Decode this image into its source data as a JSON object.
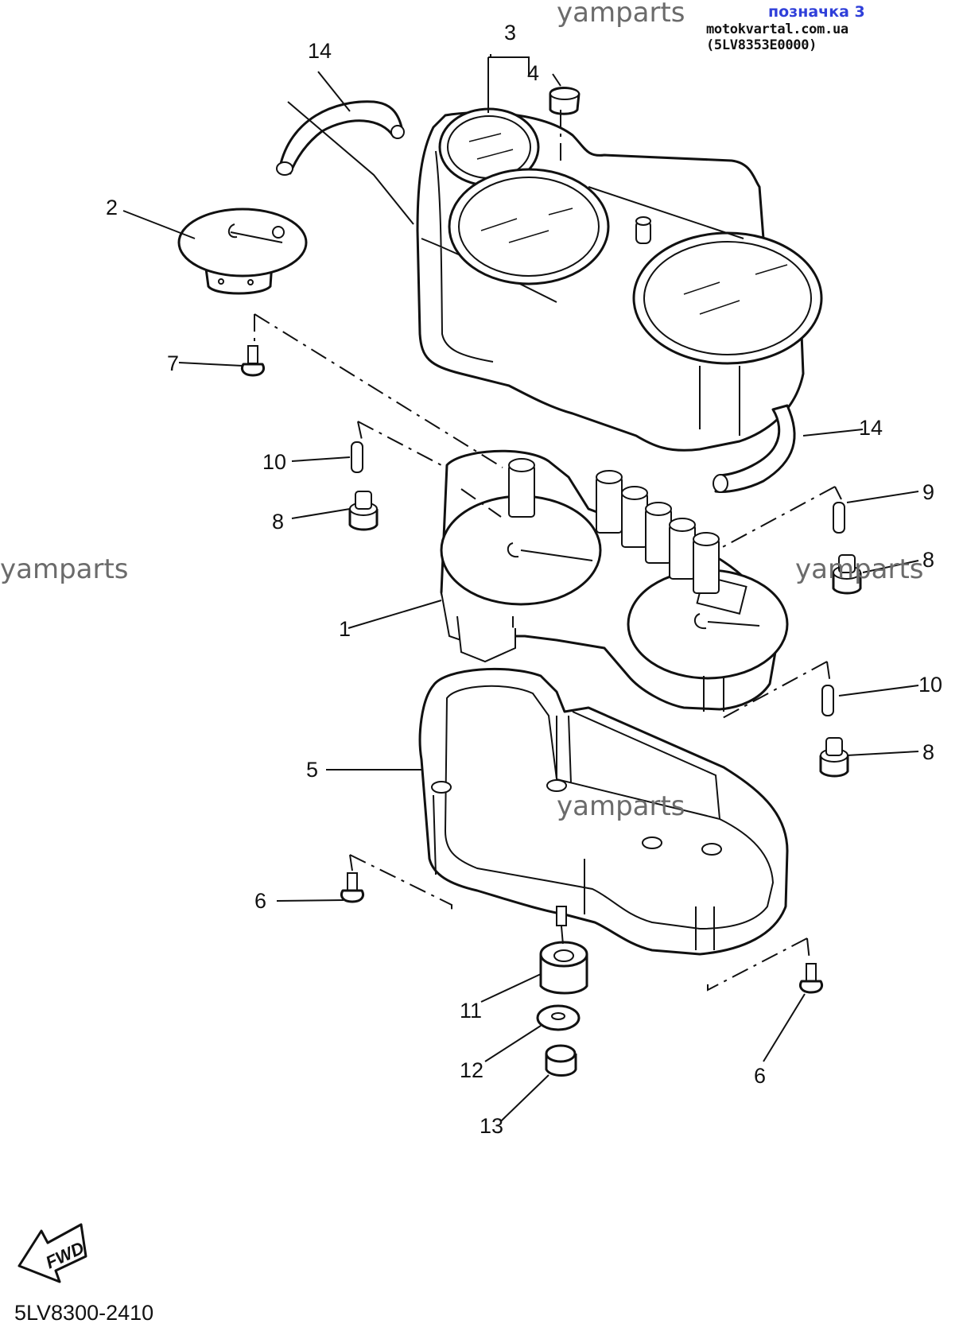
{
  "header": {
    "link_text": "позначка 3",
    "source_text": "motokvartal.com.ua (5LV8353E0000)"
  },
  "watermarks": [
    "yamparts",
    "yamparts",
    "yamparts",
    "yamparts"
  ],
  "part_labels": [
    "14",
    "3",
    "4",
    "2",
    "7",
    "14",
    "10",
    "8",
    "9",
    "8",
    "1",
    "10",
    "5",
    "8",
    "6",
    "11",
    "12",
    "6",
    "13"
  ],
  "fwd_badge": "FWD",
  "diagram_code": "5LV8300-2410",
  "colors": {
    "link": "#2f3fd9",
    "watermark": "#6b6b6b",
    "ink": "#111111"
  }
}
